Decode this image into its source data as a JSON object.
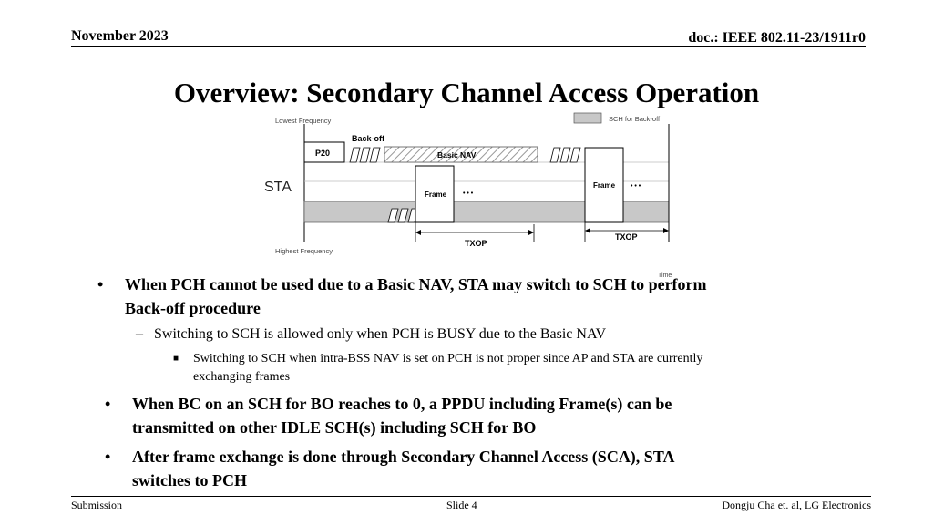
{
  "header": {
    "date": "November 2023",
    "doc": "doc.: IEEE 802.11-23/1911r0"
  },
  "title": "Overview: Secondary Channel Access Operation",
  "diagram": {
    "lowest_frequency": "Lowest Frequency",
    "highest_frequency": "Highest Frequency",
    "legend": "SCH for Back-off",
    "backoff": "Back-off",
    "p20": "P20",
    "basic_nav": "Basic NAV",
    "sta": "STA",
    "frame": "Frame",
    "ellipsis": "• • •",
    "txop": "TXOP",
    "time": "Time",
    "colors": {
      "sch_band": "#c8c8c8",
      "nav_hatch": "#999999"
    }
  },
  "bullets": {
    "b1": "When PCH cannot be used due to a Basic NAV, STA may switch to SCH to perform",
    "b1_cont": "Back-off procedure",
    "b1_sub": "Switching to SCH is allowed only when PCH is BUSY due to the Basic NAV",
    "b1_subsub": "Switching to SCH when intra-BSS NAV is set on PCH is not proper since AP and STA are currently",
    "b1_subsub_cont": "exchanging frames",
    "b2": "When BC on an SCH for BO reaches to 0, a PPDU including Frame(s) can be",
    "b2_cont": "transmitted on other IDLE SCH(s) including SCH for BO",
    "b3": "After frame exchange is done through Secondary Channel Access (SCA), STA",
    "b3_cont": "switches to PCH"
  },
  "footer": {
    "left": "Submission",
    "center": "Slide 4",
    "right": "Dongju Cha et. al, LG Electronics"
  }
}
